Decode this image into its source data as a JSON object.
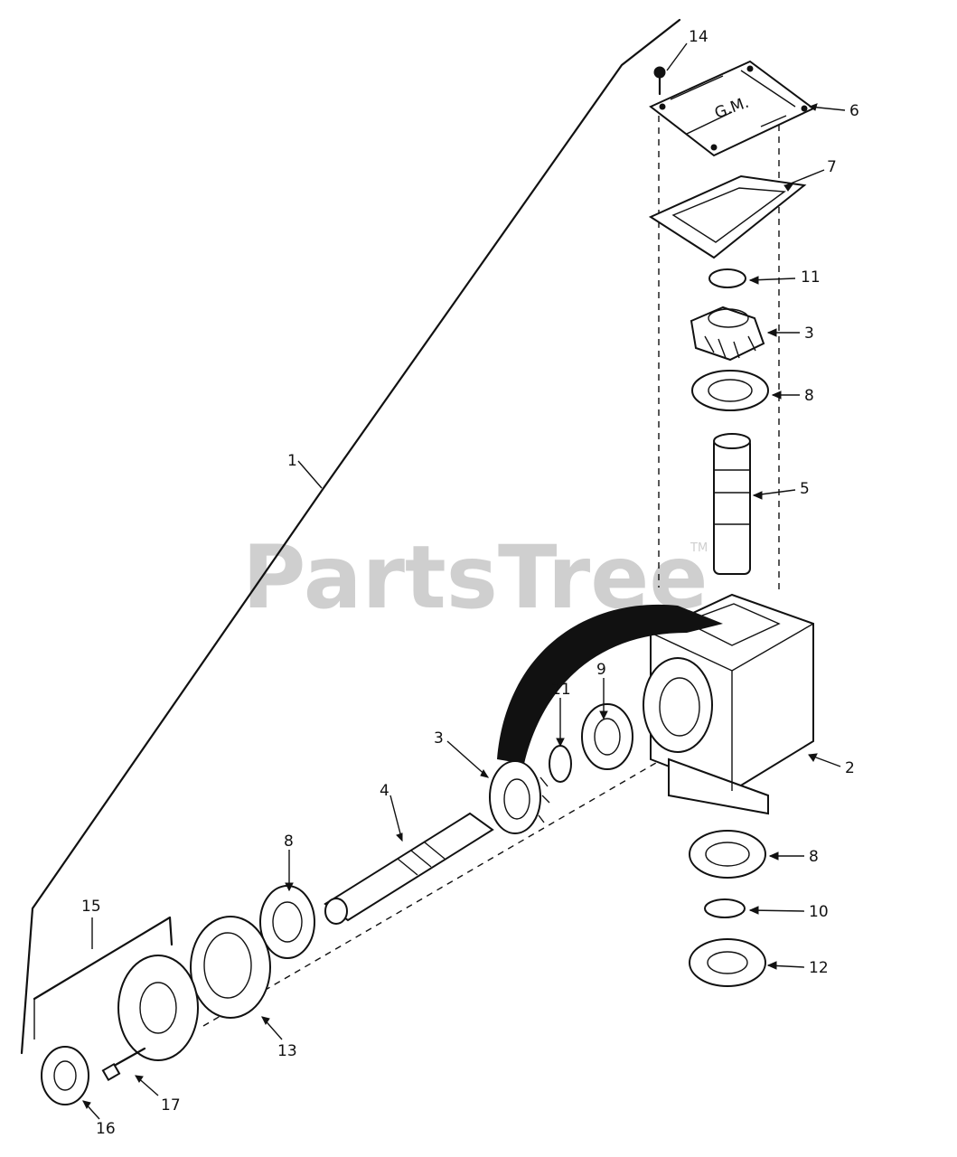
{
  "watermark": {
    "text": "PartsTree",
    "tm": "TM"
  },
  "callouts": {
    "c1": "1",
    "c2": "2",
    "c3a": "3",
    "c3b": "3",
    "c4": "4",
    "c5": "5",
    "c6": "6",
    "c7": "7",
    "c8a": "8",
    "c8b": "8",
    "c8c": "8",
    "c9": "9",
    "c10": "10",
    "c11a": "11",
    "c11b": "11",
    "c12": "12",
    "c13": "13",
    "c14": "14",
    "c15": "15",
    "c16": "16",
    "c17": "17"
  },
  "cover_stamp": "G.M."
}
